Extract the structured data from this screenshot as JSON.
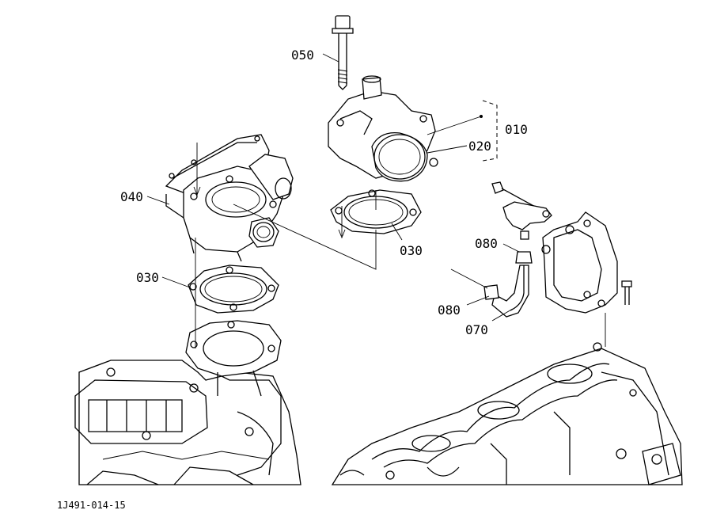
{
  "diagram": {
    "figure_ref": "1J491-014-15",
    "callouts": {
      "c050": "050",
      "c010": "010",
      "c020": "020",
      "c040": "040",
      "c030_right": "030",
      "c030_left": "030",
      "c080_top": "080",
      "c080_bottom": "080",
      "c070": "070"
    }
  }
}
